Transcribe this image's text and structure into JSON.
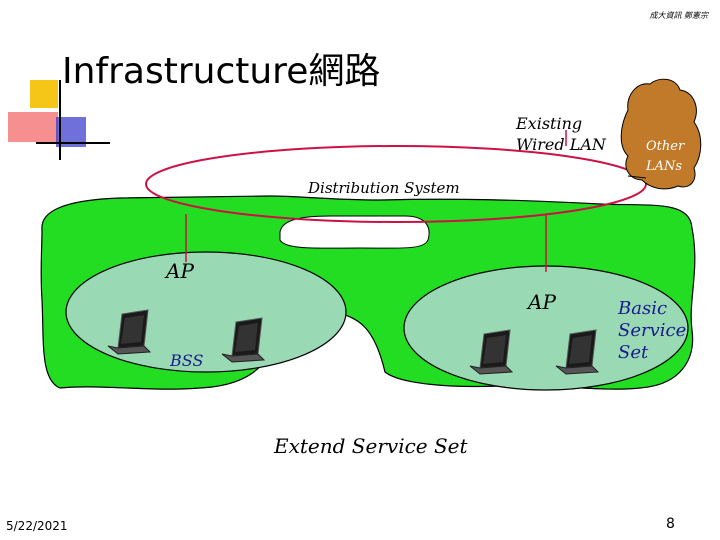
{
  "slide": {
    "header_note": "成大資訊 鄭憲宗",
    "title": "Infrastructure網路",
    "date": "5/22/2021",
    "page_number": "8"
  },
  "diagram": {
    "existing_wired_lan_line1": "Existing",
    "existing_wired_lan_line2": "Wired LAN",
    "other_lans_line1": "Other",
    "other_lans_line2": "LANs",
    "distribution_system": "Distribution System",
    "ap_left": "AP",
    "ap_right": "AP",
    "bss": "BSS",
    "basic_service_set_line1": "Basic",
    "basic_service_set_line2": "Service",
    "basic_service_set_line3": "Set",
    "extend_service_set": "Extend Service Set"
  },
  "colors": {
    "ess_fill": "#22dd22",
    "bss_fill": "#99d9b4",
    "distribution_ring": "#cc1144",
    "other_lans_fill": "#c07a2a",
    "accent_yellow": "#f5c518",
    "accent_blue": "#3333cc",
    "accent_red": "#ee3333"
  },
  "icons": [
    "laptop-icon"
  ]
}
